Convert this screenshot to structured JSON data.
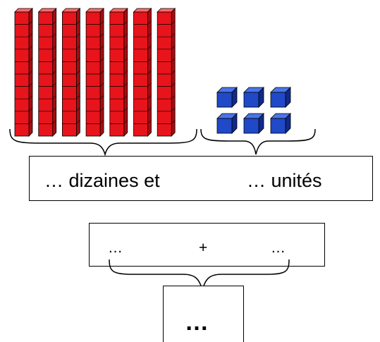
{
  "manipulatives": {
    "tens": {
      "count": 7,
      "cubes_per_rod": 10,
      "color": "#e8141b"
    },
    "units": {
      "count": 6,
      "color": "#1f49c7"
    }
  },
  "sentence_box": {
    "tens_text": "… dizaines et",
    "units_text": "… unités"
  },
  "addition_box": {
    "left_blank": "…",
    "operator": "+",
    "right_blank": "…"
  },
  "result_box": {
    "blank": "…"
  }
}
